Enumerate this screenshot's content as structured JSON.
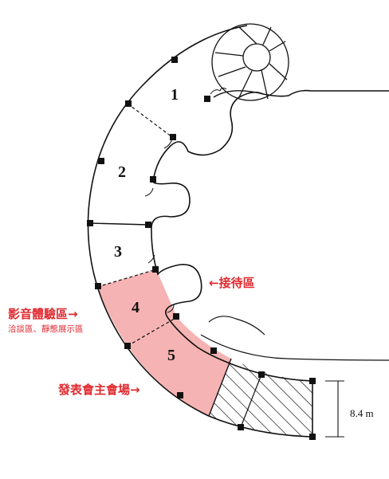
{
  "rooms": [
    {
      "number": "1"
    },
    {
      "number": "2"
    },
    {
      "number": "3"
    },
    {
      "number": "4",
      "highlighted": true
    },
    {
      "number": "5",
      "highlighted": true
    }
  ],
  "labels": {
    "reception": "←接待區",
    "av_experience": "影音體驗區→",
    "av_experience_sub": "洽談區、靜態展示區",
    "main_venue": "發表會主會場→"
  },
  "dimension": {
    "width_text": "8.4 m"
  },
  "colors": {
    "highlight_fill": "#f6b3b3",
    "label_red": "#e0282e",
    "wall_line": "#111111"
  }
}
